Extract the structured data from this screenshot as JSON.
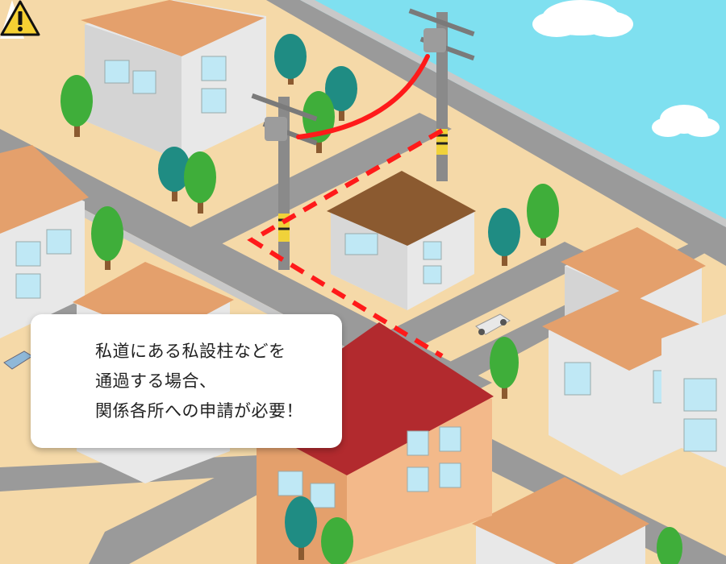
{
  "scene": {
    "colors": {
      "sky": "#7fe0f0",
      "ground": "#f5d9a8",
      "road": "#9a9a9a",
      "roof_red": "#b22a2e",
      "roof_orange": "#e4a06c",
      "roof_brown": "#8b5a30",
      "wire_red": "#ff1a1a",
      "tree_green": "#3fae3a",
      "tree_teal": "#1f8c83",
      "pole": "#8a8a8a"
    }
  },
  "callout": {
    "icon": "warning-triangle-icon",
    "lines": [
      "私道にある私設柱などを",
      "通過する場合、",
      "関係各所への申請が必要！"
    ]
  }
}
